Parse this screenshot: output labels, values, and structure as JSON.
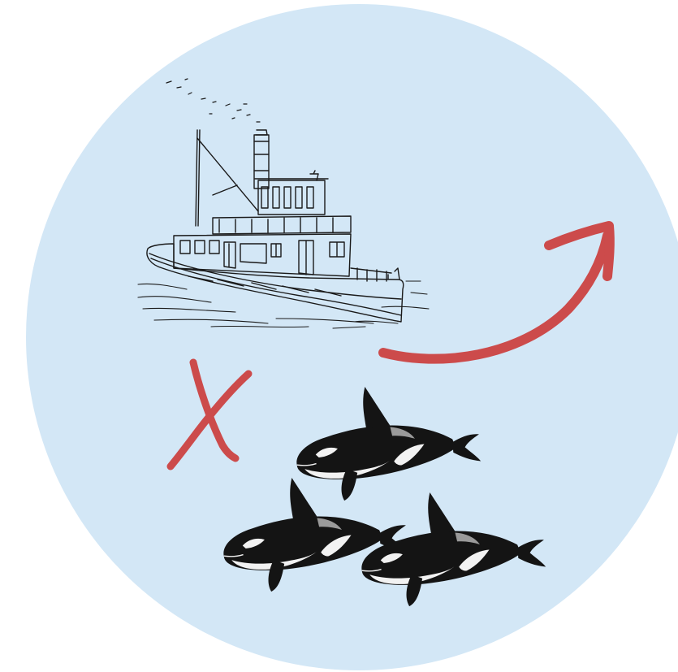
{
  "colors": {
    "background": "#ffffff",
    "circle_fill": "#d3e7f6",
    "ink": "#1a1a1a",
    "accent_red": "#cc4b4b",
    "orca_black": "#141414",
    "orca_white": "#f2f2f2",
    "orca_saddle": "#9a9a9a"
  },
  "icons": {
    "boat": "tugboat-illustration",
    "prohibition": "x-mark",
    "direction": "curved-arrow-up-right",
    "animals": "orca-whale"
  },
  "orca_count": 3
}
